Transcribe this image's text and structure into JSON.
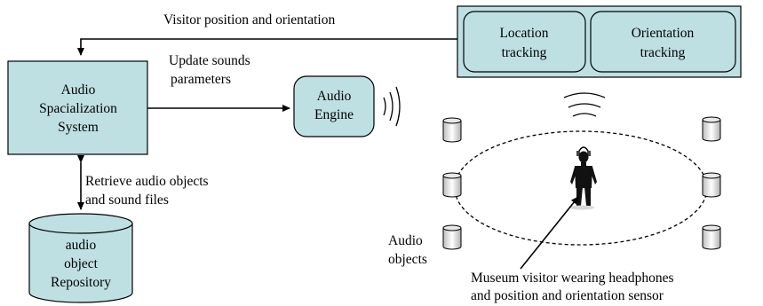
{
  "labels": {
    "visitor_position": "Visitor position and orientation",
    "update_line1": "Update sounds",
    "update_line2": "parameters",
    "retrieve_line1": "Retrieve audio objects",
    "retrieve_line2": "and sound files",
    "audio_objects_line1": "Audio",
    "audio_objects_line2": "objects",
    "visitor_caption_line1": "Museum visitor wearing headphones",
    "visitor_caption_line2": "and position and orientation sensor"
  },
  "boxes": {
    "spatialization_line1": "Audio",
    "spatialization_line2": "Spacialization",
    "spatialization_line3": "System",
    "engine_line1": "Audio",
    "engine_line2": "Engine",
    "location_line1": "Location",
    "location_line2": "tracking",
    "orientation_line1": "Orientation",
    "orientation_line2": "tracking",
    "repository_line1": "audio",
    "repository_line2": "object",
    "repository_line3": "Repository"
  },
  "colors": {
    "box_fill": "#bfe0e3",
    "stroke": "#000000"
  }
}
